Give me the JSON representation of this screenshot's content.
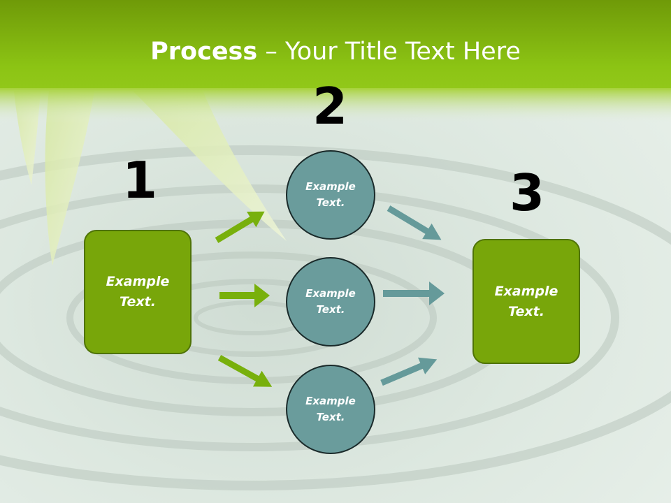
{
  "slide": {
    "title_bold": "Process",
    "title_rest": " – Your Title Text Here"
  },
  "steps": {
    "step1": "1",
    "step2": "2",
    "step3": "3"
  },
  "boxes": {
    "left": "Example\nText.",
    "right": "Example\nText."
  },
  "circles": {
    "top": "Example\nText.",
    "middle": "Example\nText.",
    "bottom": "Example\nText."
  },
  "colors": {
    "header_green": "#8cc414",
    "box_green": "#78a60a",
    "circle_teal": "#6a9c9c",
    "arrow_green": "#78b00c",
    "arrow_teal": "#659a9a"
  }
}
